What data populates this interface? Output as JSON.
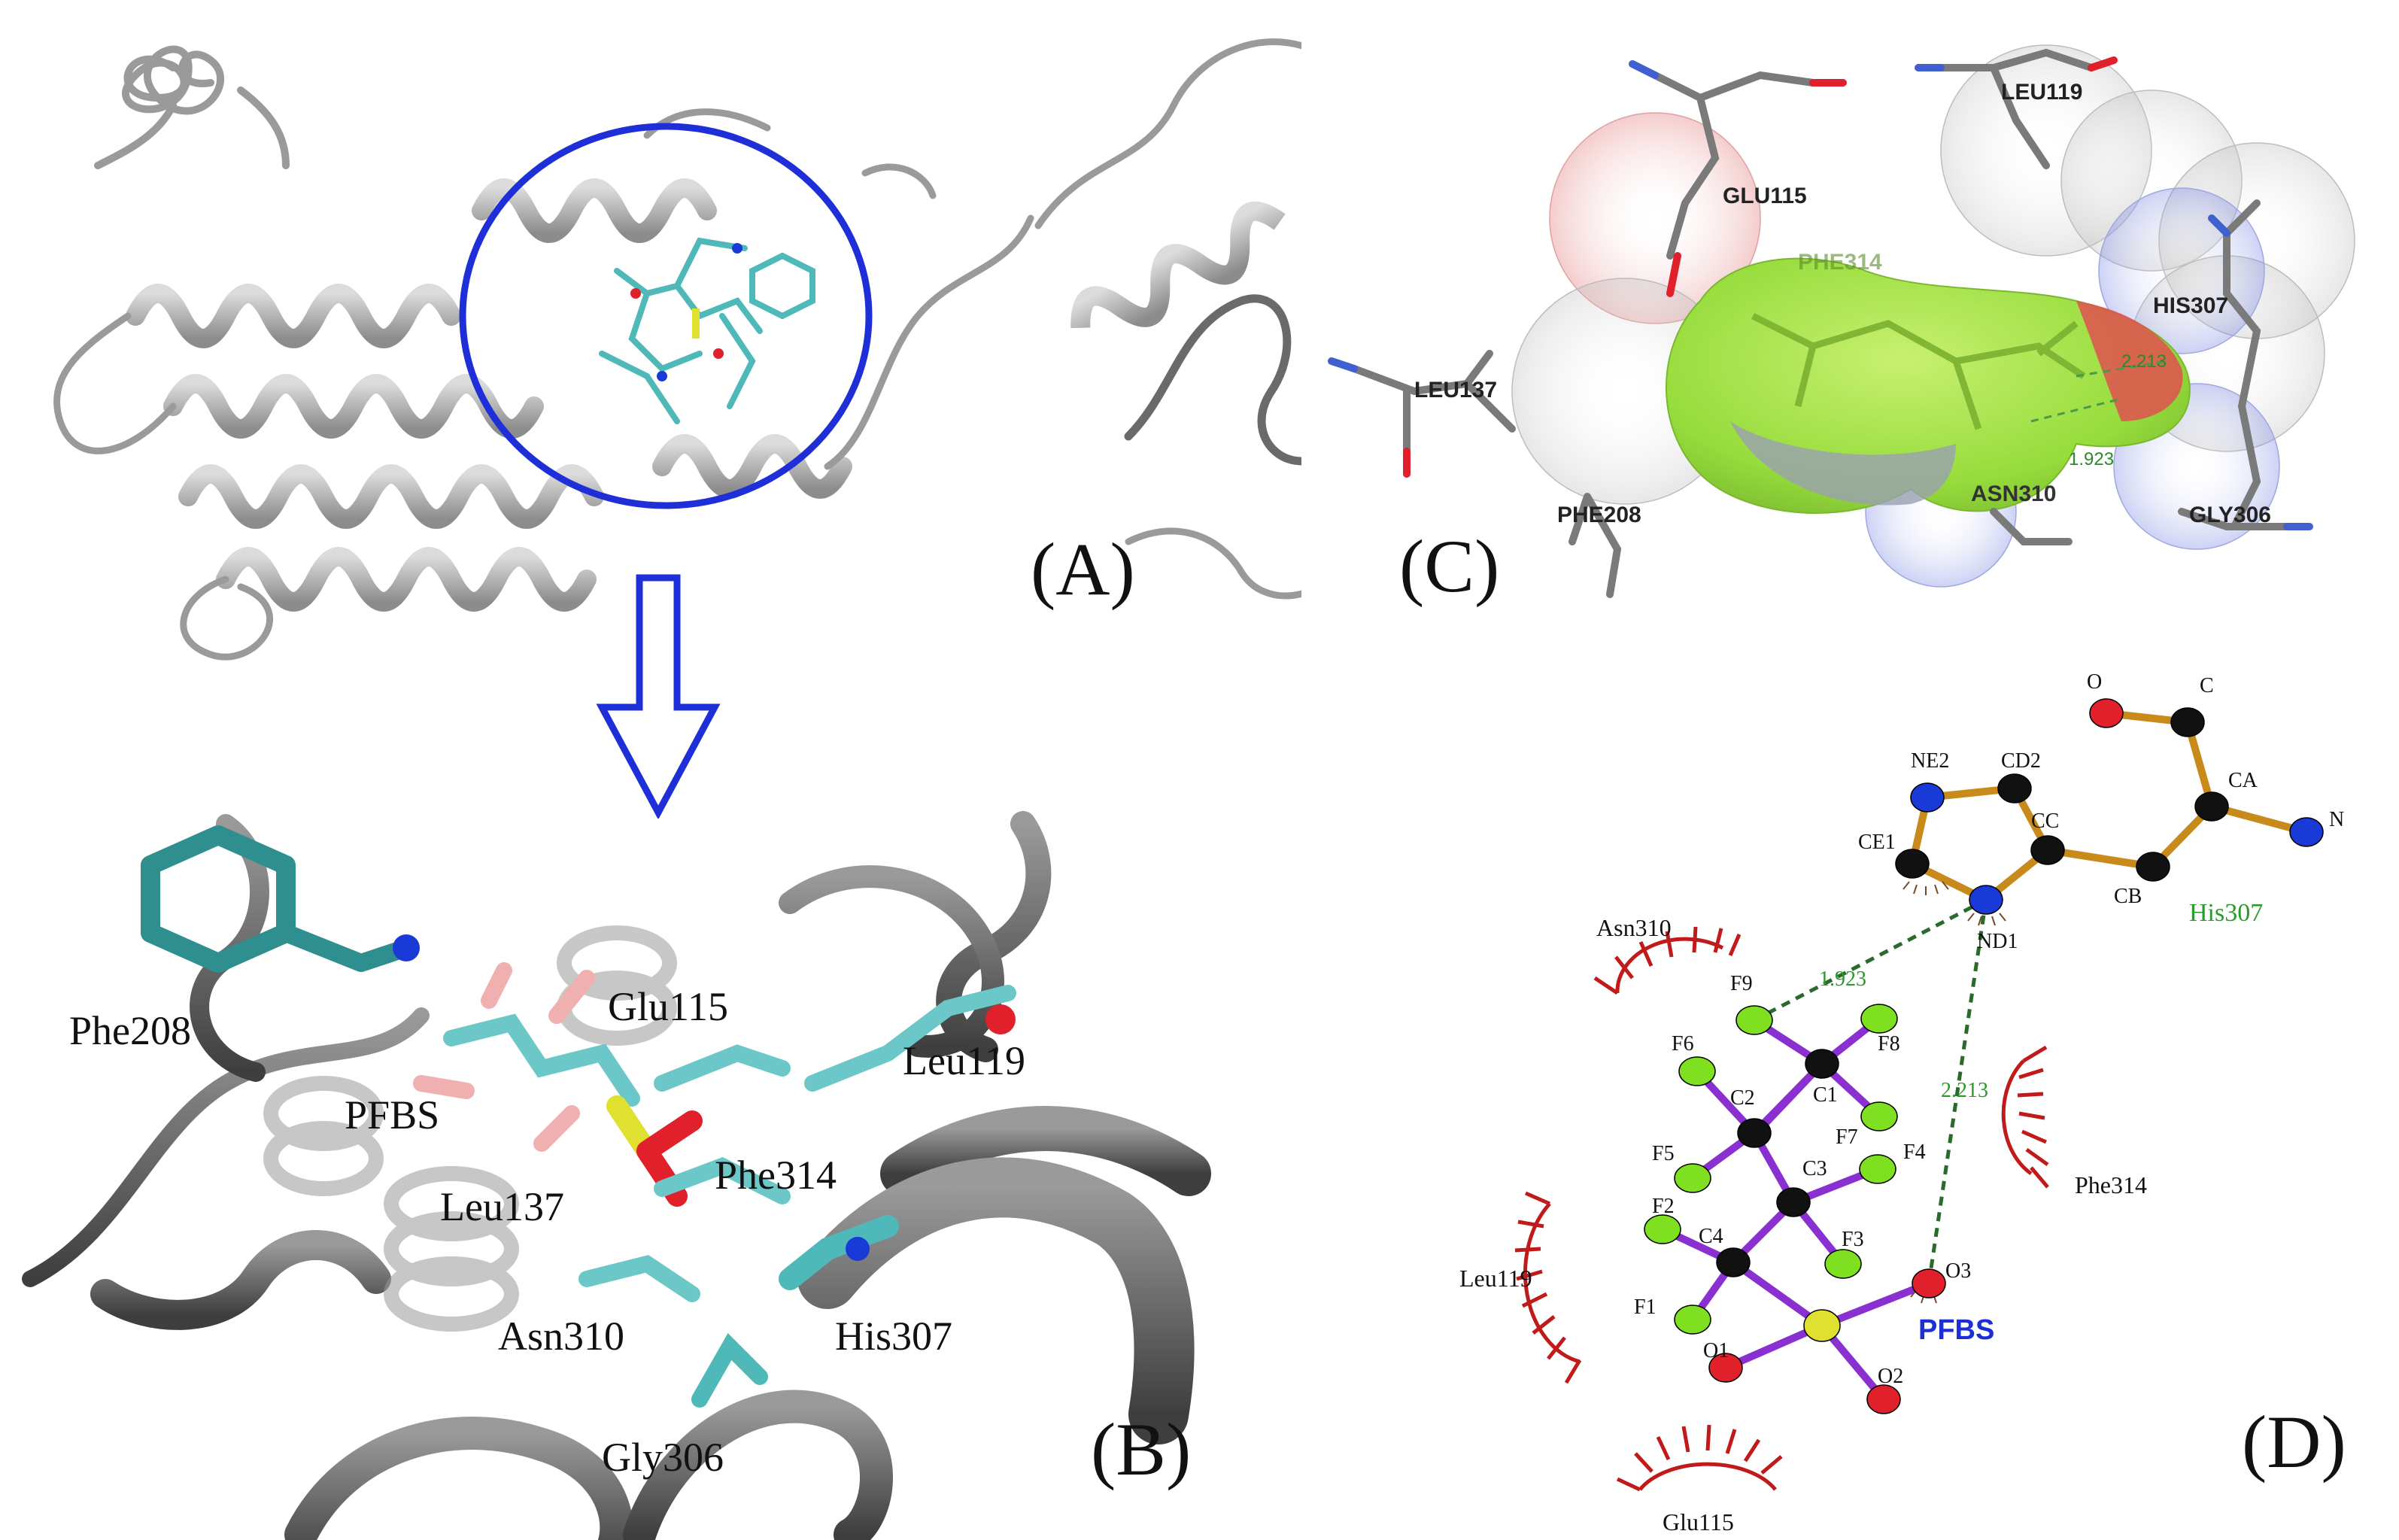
{
  "panels": {
    "a": "(A)",
    "b": "(B)",
    "c": "(C)",
    "d": "(D)"
  },
  "panel_b_labels": {
    "phe208": "Phe208",
    "glu115": "Glu115",
    "leu119": "Leu119",
    "pfbs": "PFBS",
    "phe314": "Phe314",
    "leu137": "Leu137",
    "asn310": "Asn310",
    "his307": "His307",
    "gly306": "Gly306"
  },
  "panel_c_labels": {
    "leu119": "LEU119",
    "glu115": "GLU115",
    "phe314": "PHE314",
    "his307": "HIS307",
    "leu137": "LEU137",
    "phe208": "PHE208",
    "asn310": "ASN310",
    "gly306": "GLY306",
    "d1": "2.213",
    "d2": "1.923"
  },
  "panel_d": {
    "atoms": {
      "o": "O",
      "c": "C",
      "ca": "CA",
      "n": "N",
      "ne2": "NE2",
      "cd2": "CD2",
      "ce1": "CE1",
      "cc": "CC",
      "cb": "CB",
      "nd1": "ND1",
      "f9": "F9",
      "f8": "F8",
      "f6": "F6",
      "c2": "C2",
      "c1": "C1",
      "f5": "F5",
      "f7": "F7",
      "f4": "F4",
      "c3": "C3",
      "f2": "F2",
      "c4": "C4",
      "f3": "F3",
      "f1": "F1",
      "o1": "O1",
      "o2": "O2",
      "o3": "O3"
    },
    "distances": {
      "d1": "1.923",
      "d2": "2.213"
    },
    "residues": {
      "his307": "His307",
      "asn310": "Asn310",
      "phe314": "Phe314",
      "leu119": "Leu119",
      "glu115": "Glu115"
    },
    "ligand": "PFBS"
  },
  "colors": {
    "ribbon": "#a8a8a8",
    "ribbon_dark": "#5a5a5a",
    "selection_circle": "#1f2fd8",
    "arrow": "#1f2fd8",
    "carbon_cyan": "#4fb8b8",
    "oxygen": "#e0202a",
    "nitrogen": "#1a3ad8",
    "sulfur": "#e0e030",
    "fluorine": "#7ee020",
    "bond_purple": "#8a2fd0",
    "bond_orange": "#c88a1a",
    "hbond": "#2a7a2a",
    "hydrophobic": "#c01a1a",
    "surface_green": "#9ee040"
  }
}
